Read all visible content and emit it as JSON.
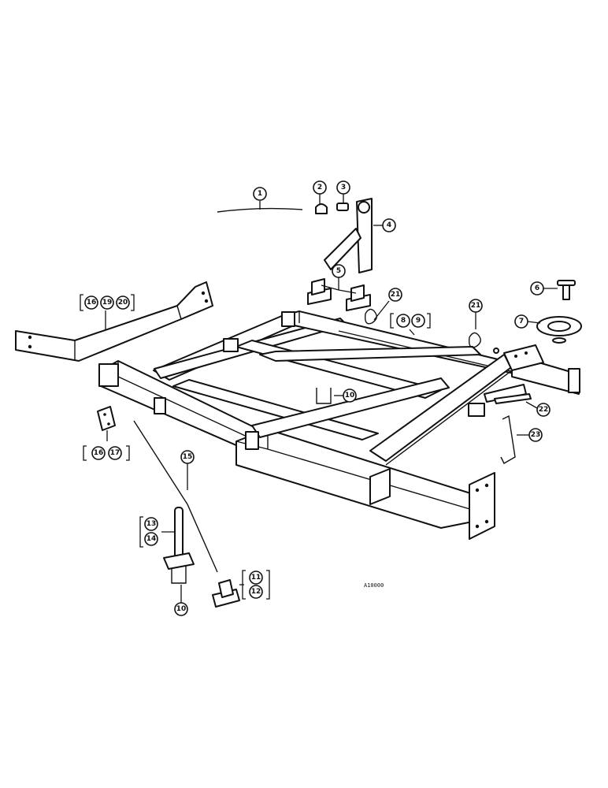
{
  "drawing_code": "A10000",
  "callouts": [
    {
      "id": "c1",
      "label": "1"
    },
    {
      "id": "c2",
      "label": "2"
    },
    {
      "id": "c3",
      "label": "3"
    },
    {
      "id": "c4",
      "label": "4"
    },
    {
      "id": "c5",
      "label": "5"
    },
    {
      "id": "c6",
      "label": "6"
    },
    {
      "id": "c7",
      "label": "7"
    },
    {
      "id": "c8",
      "label": "8"
    },
    {
      "id": "c9",
      "label": "9"
    },
    {
      "id": "c10a",
      "label": "10"
    },
    {
      "id": "c10b",
      "label": "10"
    },
    {
      "id": "c11",
      "label": "11"
    },
    {
      "id": "c12",
      "label": "12"
    },
    {
      "id": "c13",
      "label": "13"
    },
    {
      "id": "c14",
      "label": "14"
    },
    {
      "id": "c15",
      "label": "15"
    },
    {
      "id": "c16a",
      "label": "16"
    },
    {
      "id": "c16b",
      "label": "16"
    },
    {
      "id": "c17",
      "label": "17"
    },
    {
      "id": "c19",
      "label": "19"
    },
    {
      "id": "c20",
      "label": "20"
    },
    {
      "id": "c21a",
      "label": "21"
    },
    {
      "id": "c21b",
      "label": "21"
    },
    {
      "id": "c22",
      "label": "22"
    },
    {
      "id": "c23",
      "label": "23"
    }
  ]
}
